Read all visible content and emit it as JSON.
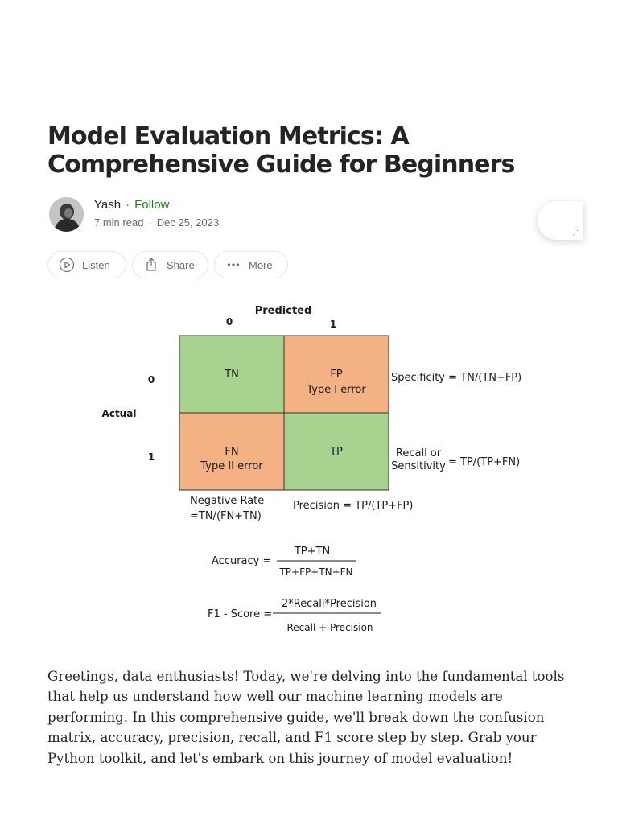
{
  "article": {
    "title": "Model Evaluation Metrics: A Comprehensive Guide for Beginners",
    "author": "Yash",
    "follow_label": "Follow",
    "read_time": "7 min read",
    "date": "Dec 25, 2023",
    "separator": "·"
  },
  "actions": {
    "listen_label": "Listen",
    "share_label": "Share",
    "more_label": "More"
  },
  "figure": {
    "predicted_label": "Predicted",
    "actual_label": "Actual",
    "col_0": "0",
    "col_1": "1",
    "row_0": "0",
    "row_1": "1",
    "tn": "TN",
    "fp": "FP",
    "fp_sub": "Type I error",
    "fn": "FN",
    "fn_sub": "Type II error",
    "tp": "TP",
    "specificity": "Specificity = TN/(TN+FP)",
    "recall_line1": "Recall or",
    "recall_line2": "Sensitivity",
    "recall_formula": "= TP/(TP+FN)",
    "neg_rate_line1": "Negative Rate",
    "neg_rate_line2": "=TN/(FN+TN)",
    "precision": "Precision = TP/(TP+FP)",
    "accuracy_label": "Accuracy =",
    "accuracy_num": "TP+TN",
    "accuracy_den": "TP+FP+TN+FN",
    "f1_label": "F1 - Score =",
    "f1_num": "2*Recall*Precision",
    "f1_den": "Recall + Precision",
    "colors": {
      "correct": "#a8d28f",
      "error": "#f4b183"
    }
  },
  "body": {
    "paragraph": "Greetings, data enthusiasts! Today, we're delving into the fundamental tools that help us understand how well our machine learning models are performing. In this comprehensive guide, we'll break down the confusion matrix, accuracy, precision, recall, and F1 score step by step. Grab your Python toolkit, and let's embark on this journey of model evaluation!"
  },
  "colors": {
    "follow": "#1a8917",
    "text": "#242424",
    "muted": "#6b6b6b"
  }
}
